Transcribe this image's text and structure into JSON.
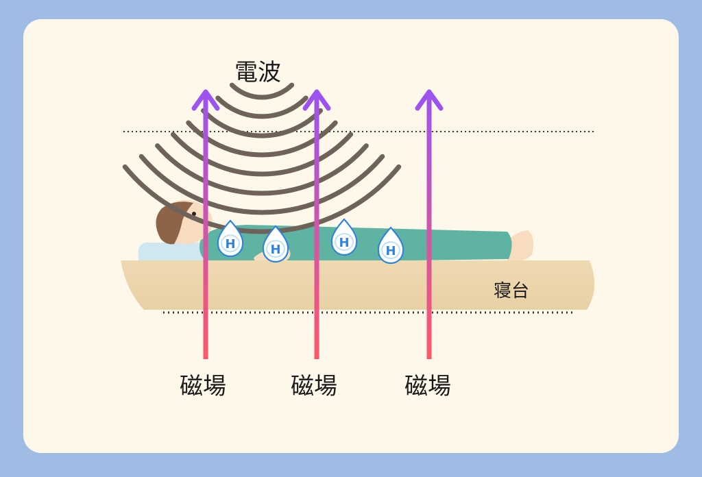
{
  "labels": {
    "wave": "電波",
    "bed": "寝台",
    "field_1": "磁場",
    "field_2": "磁場",
    "field_3": "磁場"
  },
  "hydrogen": {
    "letter": "H",
    "count": 4
  },
  "colors": {
    "background": "#9fbce4",
    "panel": "#fdf8e9",
    "bed": "#edd6ad",
    "wave_arcs": "#6e6259",
    "body_suit": "#5fb3a3",
    "skin": "#f7dcc0",
    "hair": "#8e6448",
    "pillow": "#cfe7f0",
    "arrow_top": "#9d53ee",
    "arrow_bottom": "#ff5868",
    "hydrogen_fill": "#3a8ee0"
  },
  "icons": {
    "wave": "radio-wave-icon",
    "hydrogen": "hydrogen-droplet-icon",
    "arrow": "arrow-up-icon"
  }
}
